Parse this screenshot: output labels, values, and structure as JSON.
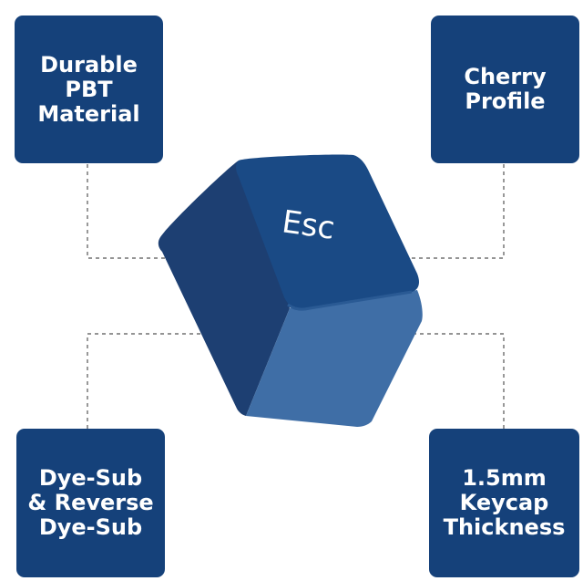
{
  "features": {
    "top_left": [
      "Durable",
      "PBT",
      "Material"
    ],
    "top_right": [
      "Cherry",
      "Profile"
    ],
    "bottom_left": [
      "Dye-Sub",
      "& Reverse",
      "Dye-Sub"
    ],
    "bottom_right": [
      "1.5mm",
      "Keycap",
      "Thickness"
    ]
  },
  "keycap": {
    "legend": "Esc",
    "colors": {
      "top": "#1a4a85",
      "front": "#3f6ea6",
      "left": "#1d3f72",
      "edge": "#2a5a94"
    }
  },
  "colors": {
    "box": "#15417a",
    "connector": "#555555"
  }
}
